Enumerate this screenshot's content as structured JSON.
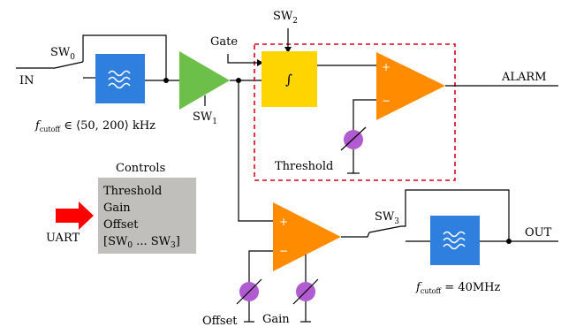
{
  "colors": {
    "filter": "#2f7fdf",
    "buffer": "#6cc04a",
    "integrator": "#ffd500",
    "comparator": "#ff8c00",
    "knob": "#b05bd0",
    "controls_box": "#c0bfbb",
    "uart_arrow": "#ff0000",
    "group_border": "#d9001b"
  },
  "labels": {
    "in": "IN",
    "sw0_main": "SW",
    "sw0_sub": "0",
    "sw1_main": "SW",
    "sw1_sub": "1",
    "sw2_main": "SW",
    "sw2_sub": "2",
    "sw3_main": "SW",
    "sw3_sub": "3",
    "gate": "Gate",
    "integrator_symbol": "∫",
    "alarm": "ALARM",
    "threshold": "Threshold",
    "out": "OUT",
    "offset": "Offset",
    "gain": "Gain",
    "uart": "UART",
    "controls_title": "Controls",
    "plus": "+",
    "minus": "−",
    "f1_f": "f",
    "f1_sub": "cutoff",
    "f1_rest": " ∈ ⟨50, 200⟩ kHz",
    "f2_f": "f",
    "f2_sub": "cutoff",
    "f2_rest": " = 40MHz"
  },
  "controls": {
    "items": [
      "Threshold",
      "Gain",
      "Offset"
    ],
    "last_pre": "[SW",
    "last_sub0": "0",
    "last_mid": " ... SW",
    "last_sub3": "3",
    "last_post": "]"
  },
  "icons": {
    "filter_symbol": "lowpass-filter-icon",
    "knob_symbol": "potentiometer-icon",
    "uart_arrow": "right-arrow-icon",
    "ground_symbol": "ground-icon"
  }
}
